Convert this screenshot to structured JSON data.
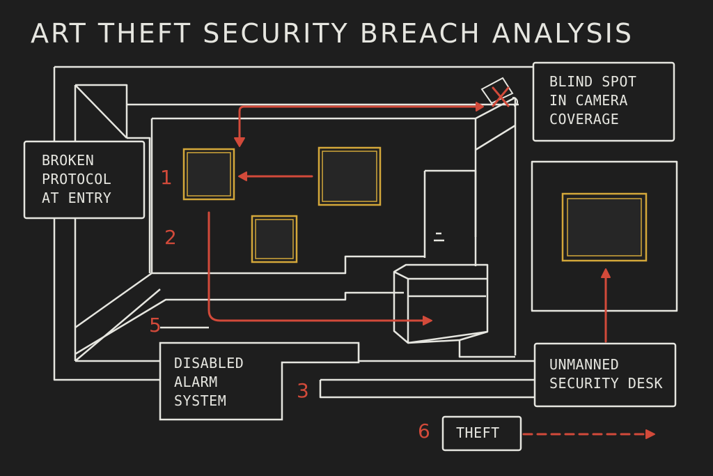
{
  "title": "ART THEFT SECURITY BREACH ANALYSIS",
  "colors": {
    "background": "#1e1e1e",
    "line": "#e6e6e0",
    "accent": "#d24a3a",
    "frame": "#d4a83a"
  },
  "labels": {
    "blind_spot": "BLIND SPOT\nIN CAMERA\nCOVERAGE",
    "broken_protocol": "BROKEN\nPROTOCOL\nAT ENTRY",
    "disabled_alarm": "DISABLED\nALARM\nSYSTEM",
    "unmanned_desk": "UNMANNED\nSECURITY DESK",
    "theft": "THEFT"
  },
  "steps": {
    "s1": "1",
    "s2": "2",
    "s3": "3",
    "s5": "5",
    "s6": "6"
  },
  "icons": {
    "camera": "security-camera-icon",
    "cross": "cross-mark-icon"
  }
}
